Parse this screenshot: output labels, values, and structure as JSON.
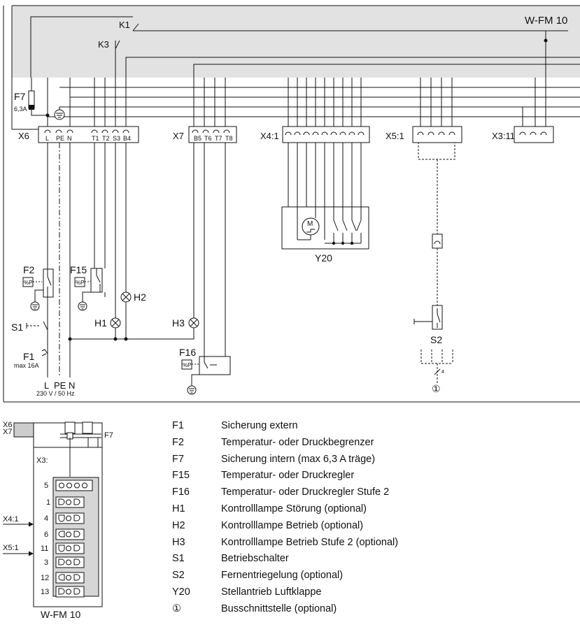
{
  "module": {
    "name": "W-FM 10"
  },
  "relays": {
    "k1": "K1",
    "k3": "K3"
  },
  "fuse_internal": {
    "label": "F7",
    "rating": "6,3A"
  },
  "terminals": {
    "x6": {
      "label": "X6",
      "pins": [
        "L",
        "PE",
        "N",
        "T1",
        "T2",
        "S3",
        "B4"
      ]
    },
    "x7": {
      "label": "X7",
      "pins": [
        "B5",
        "T6",
        "T7",
        "T8"
      ]
    },
    "x4": {
      "label": "X4:1"
    },
    "x5": {
      "label": "X5:1"
    },
    "x3": {
      "label": "X3:11"
    }
  },
  "components": {
    "f2": "F2",
    "f15": "F15",
    "f16": "F16",
    "h1": "H1",
    "h2": "H2",
    "h3": "H3",
    "s1": "S1",
    "s2": "S2",
    "y20": "Y20",
    "f1": "F1",
    "f1_rating": "max 16A",
    "thermostat_symbol": "%P"
  },
  "supply": {
    "l": "L",
    "pe": "PE",
    "n": "N",
    "spec": "230 V / 50 Hz"
  },
  "bus_marker": "①",
  "bus_count": "4",
  "module_view": {
    "side_labels": [
      "X6",
      "X7"
    ],
    "fuse_label": "F7",
    "x3_label": "X3:",
    "slots": [
      "5",
      "1",
      "4",
      "6",
      "11",
      "3",
      "12",
      "13"
    ],
    "arrows": [
      "X4:1",
      "X5:1"
    ],
    "name": "W-FM 10"
  },
  "legend": [
    {
      "code": "F1",
      "desc": "Sicherung extern"
    },
    {
      "code": "F2",
      "desc": "Temperatur- oder Druckbegrenzer"
    },
    {
      "code": "F7",
      "desc": "Sicherung intern (max 6,3 A träge)"
    },
    {
      "code": "F15",
      "desc": "Temperatur- oder Druckregler"
    },
    {
      "code": "F16",
      "desc": "Temperatur- oder Druckregler Stufe 2"
    },
    {
      "code": "H1",
      "desc": "Kontrolllampe Störung (optional)"
    },
    {
      "code": "H2",
      "desc": "Kontrolllampe Betrieb (optional)"
    },
    {
      "code": "H3",
      "desc": "Kontrolllampe Betrieb Stufe 2 (optional)"
    },
    {
      "code": "S1",
      "desc": "Betriebschalter"
    },
    {
      "code": "S2",
      "desc": "Fernentriegelung (optional)"
    },
    {
      "code": "Y20",
      "desc": "Stellantrieb Luftklappe"
    },
    {
      "code": "①",
      "desc": "Busschnittstelle (optional)"
    }
  ]
}
